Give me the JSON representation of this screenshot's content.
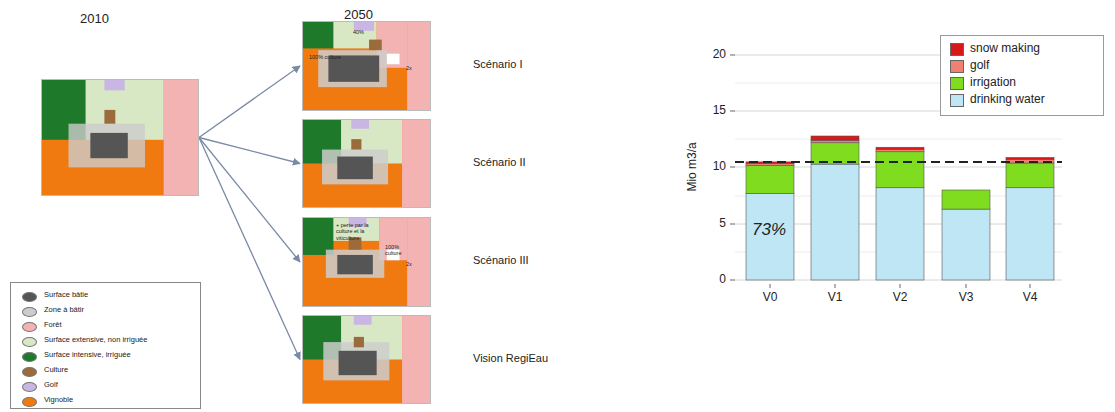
{
  "diagram": {
    "nodes": [
      {
        "text": [
          "2010"
        ]
      },
      {
        "text": [
          "Scénario I",
          "40%",
          "100% culture",
          "2x"
        ]
      },
      {
        "text": [
          "Scénario II"
        ]
      },
      {
        "text": [
          "Scénario III",
          "+ perte par la culture et la viticulture",
          "100% culture",
          "2x"
        ]
      },
      {
        "text": [
          "Vision RegiEau"
        ]
      }
    ],
    "edges": [
      {
        "from": 0,
        "to": 1,
        "arrow": "to"
      },
      {
        "from": 0,
        "to": 2,
        "arrow": "to"
      },
      {
        "from": 0,
        "to": 3,
        "arrow": "to"
      },
      {
        "from": 0,
        "to": 4,
        "arrow": "to"
      }
    ],
    "labels": [
      "2050",
      "20",
      "15",
      "10",
      "5",
      "0",
      "Mio m3/a",
      "73%",
      "V0",
      "V1",
      "V2",
      "V3",
      "V4"
    ],
    "legend": [
      {
        "text": "Surface bâtie",
        "color": "#555555"
      },
      {
        "text": "Zone à bâtir",
        "color": "#cccccc"
      },
      {
        "text": "Forêt",
        "color": "#f4b3b3"
      },
      {
        "text": "Surface extensive, non irriguée",
        "color": "#d9e8c4"
      },
      {
        "text": "Surface intensive, irriguée",
        "color": "#1e7a2a"
      },
      {
        "text": "Culture",
        "color": "#9c6b3c"
      },
      {
        "text": "Golf",
        "color": "#c9b6e4"
      },
      {
        "text": "Vignoble",
        "color": "#f07a10"
      },
      {
        "text": "snow making",
        "color": "#d7191c"
      },
      {
        "text": "golf",
        "color": "#f08070"
      },
      {
        "text": "irrigation",
        "color": "#7fdc1f"
      },
      {
        "text": "drinking water",
        "color": "#bfe6f5"
      }
    ]
  }
}
